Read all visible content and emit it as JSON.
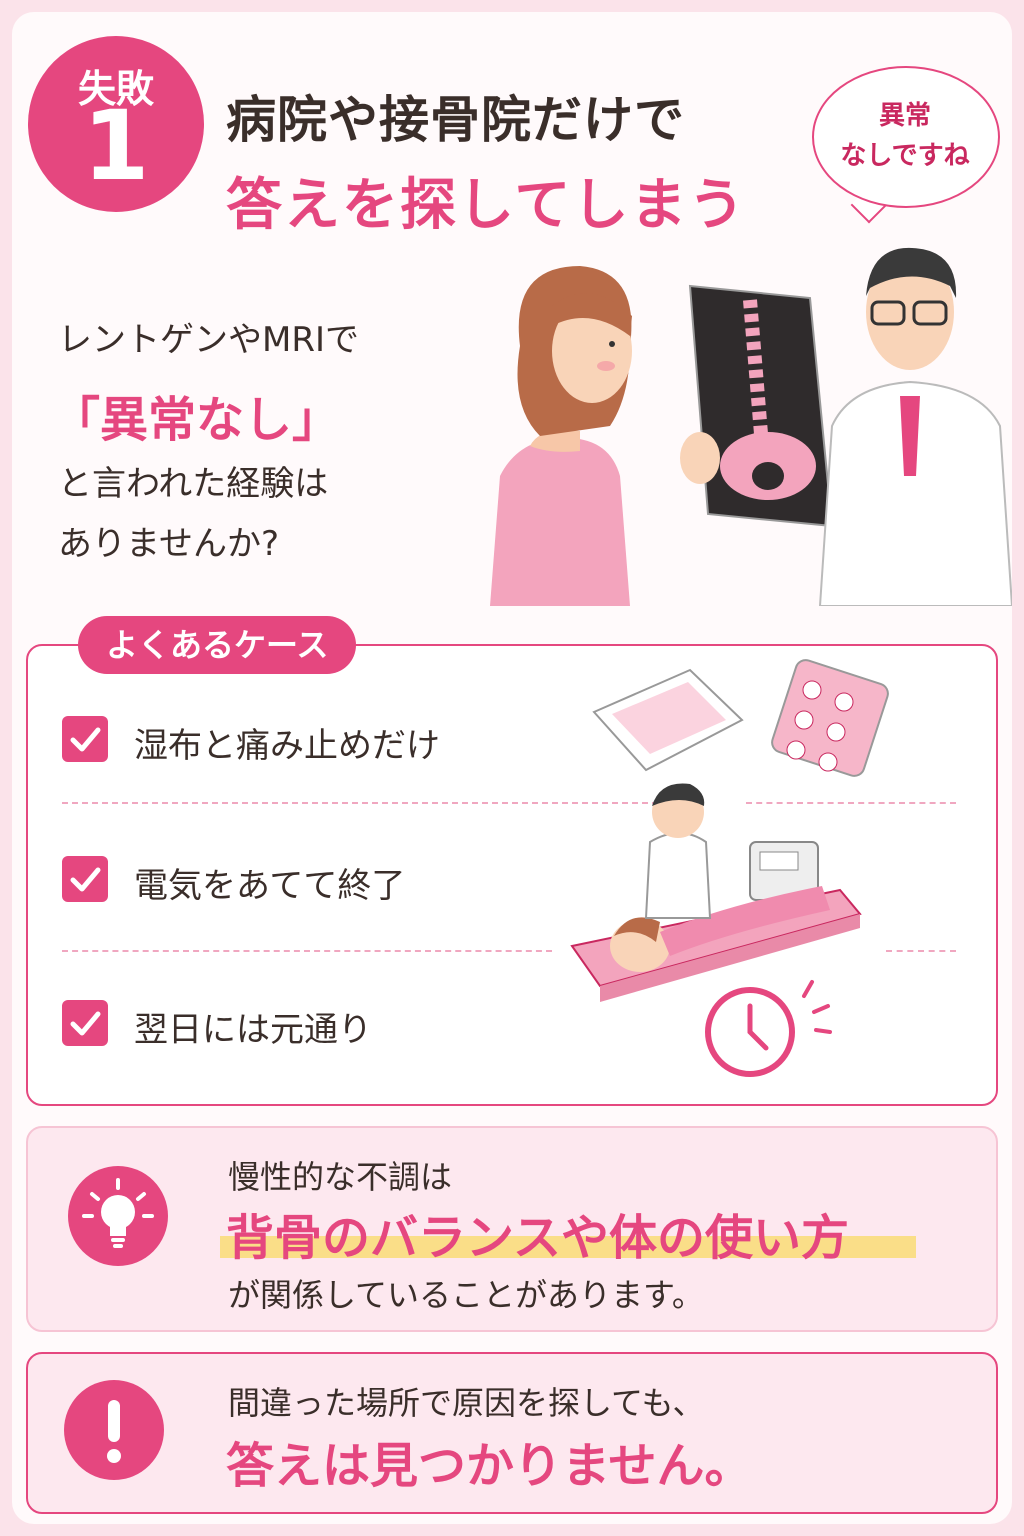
{
  "header": {
    "badge_word": "失敗",
    "badge_number": "1",
    "title_line1": "病院や接骨院だけで",
    "title_line2": "答えを探してしまう",
    "speech_bubble": [
      "異常",
      "なしですね"
    ]
  },
  "intro": {
    "line1": "レントゲンやMRIで",
    "line2": "「異常なし」",
    "line3": "と言われた経験は",
    "line4": "ありませんか?"
  },
  "cases": {
    "label": "よくあるケース",
    "items": [
      "湿布と痛み止めだけ",
      "電気をあてて終了",
      "翌日には元通り"
    ]
  },
  "info": {
    "line1": "慢性的な不調は",
    "line2": "背骨のバランスや体の使い方",
    "line3": "が関係していることがあります。"
  },
  "warning": {
    "line1": "間違った場所で原因を探しても、",
    "line2": "答えは見つかりません。"
  },
  "colors": {
    "accent": "#e5477f",
    "background": "#fbe3ea",
    "highlight": "#f9dc76"
  }
}
